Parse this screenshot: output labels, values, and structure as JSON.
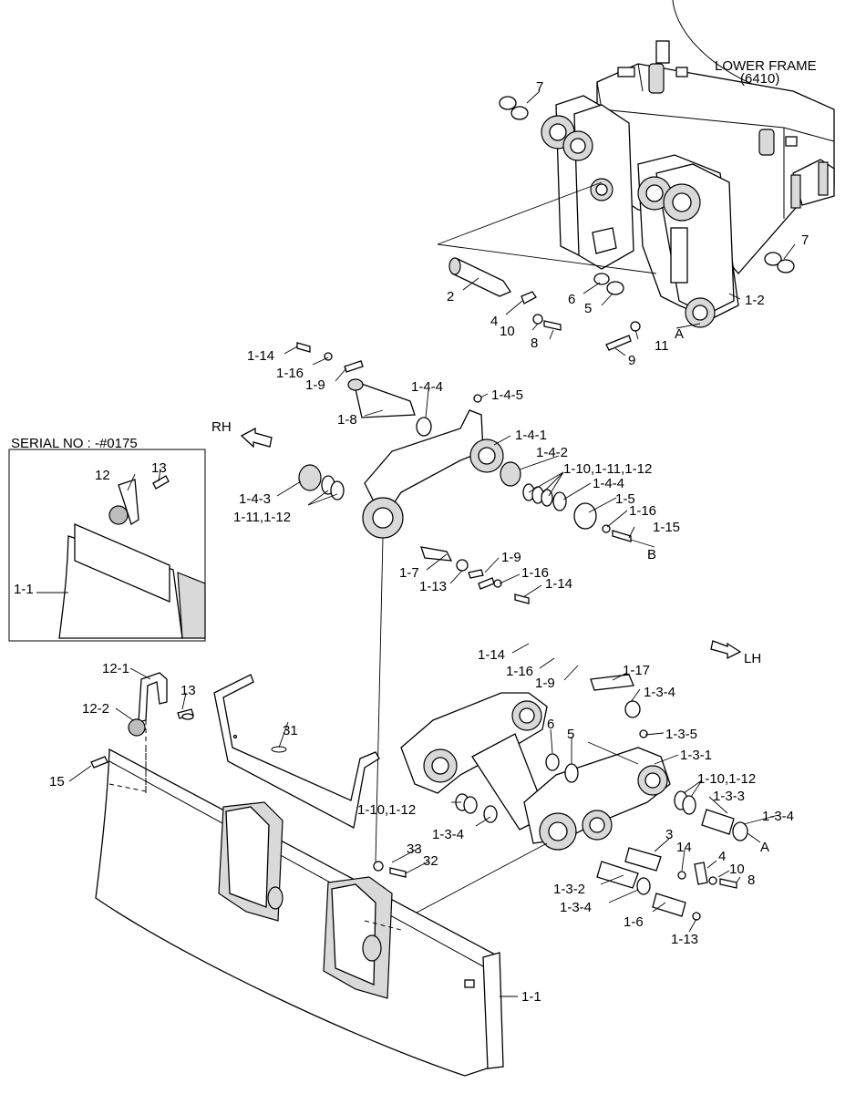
{
  "header": {
    "lower_frame": "LOWER FRAME",
    "lower_frame_code": "(6410)",
    "serial_no": "SERIAL NO : -#0175",
    "dir_rh": "RH",
    "dir_lh": "LH"
  },
  "labels": {
    "l7a": "7",
    "l7b": "7",
    "l2": "2",
    "l6a": "6",
    "l5a": "5",
    "l4a": "4",
    "l10a": "10",
    "l8a": "8",
    "l9a": "9",
    "l11": "11",
    "lA1": "A",
    "l1_2": "1-2",
    "l1_14a": "1-14",
    "l1_16a": "1-16",
    "l1_9a": "1-9",
    "l1_8": "1-8",
    "l1_4_4a": "1-4-4",
    "l1_4_5": "1-4-5",
    "l1_4_1": "1-4-1",
    "l1_4_2": "1-4-2",
    "l1_10_11_12a": "1-10,1-11,1-12",
    "l1_4_4b": "1-4-4",
    "l1_5": "1-5",
    "l1_16b": "1-16",
    "l1_15": "1-15",
    "lB": "B",
    "l1_4_3": "1-4-3",
    "l1_11_12": "1-11,1-12",
    "l1_7": "1-7",
    "l1_13a": "1-13",
    "l1_9b": "1-9",
    "l1_16c": "1-16",
    "l1_14b": "1-14",
    "l12": "12",
    "l13a": "13",
    "l1_1a": "1-1",
    "l1_14c": "1-14",
    "l1_16d": "1-16",
    "l1_9c": "1-9",
    "l1_17": "1-17",
    "l1_3_4a": "1-3-4",
    "l12_1": "12-1",
    "l13b": "13",
    "l12_2": "12-2",
    "l15": "15",
    "l31": "31",
    "l6b": "6",
    "l5b": "5",
    "l1_3_5": "1-3-5",
    "l1_3_1": "1-3-1",
    "l1_10_12a": "1-10,1-12",
    "l1_10_12b": "1-10,1-12",
    "l1_3_4b": "1-3-4",
    "l1_3_3": "1-3-3",
    "l1_3_4c": "1-3-4",
    "lA2": "A",
    "l33": "33",
    "l32": "32",
    "l3": "3",
    "l14": "14",
    "l4b": "4",
    "l10b": "10",
    "l8b": "8",
    "l1_3_2": "1-3-2",
    "l1_3_4d": "1-3-4",
    "l1_6": "1-6",
    "l1_13b": "1-13",
    "l1_1b": "1-1"
  }
}
